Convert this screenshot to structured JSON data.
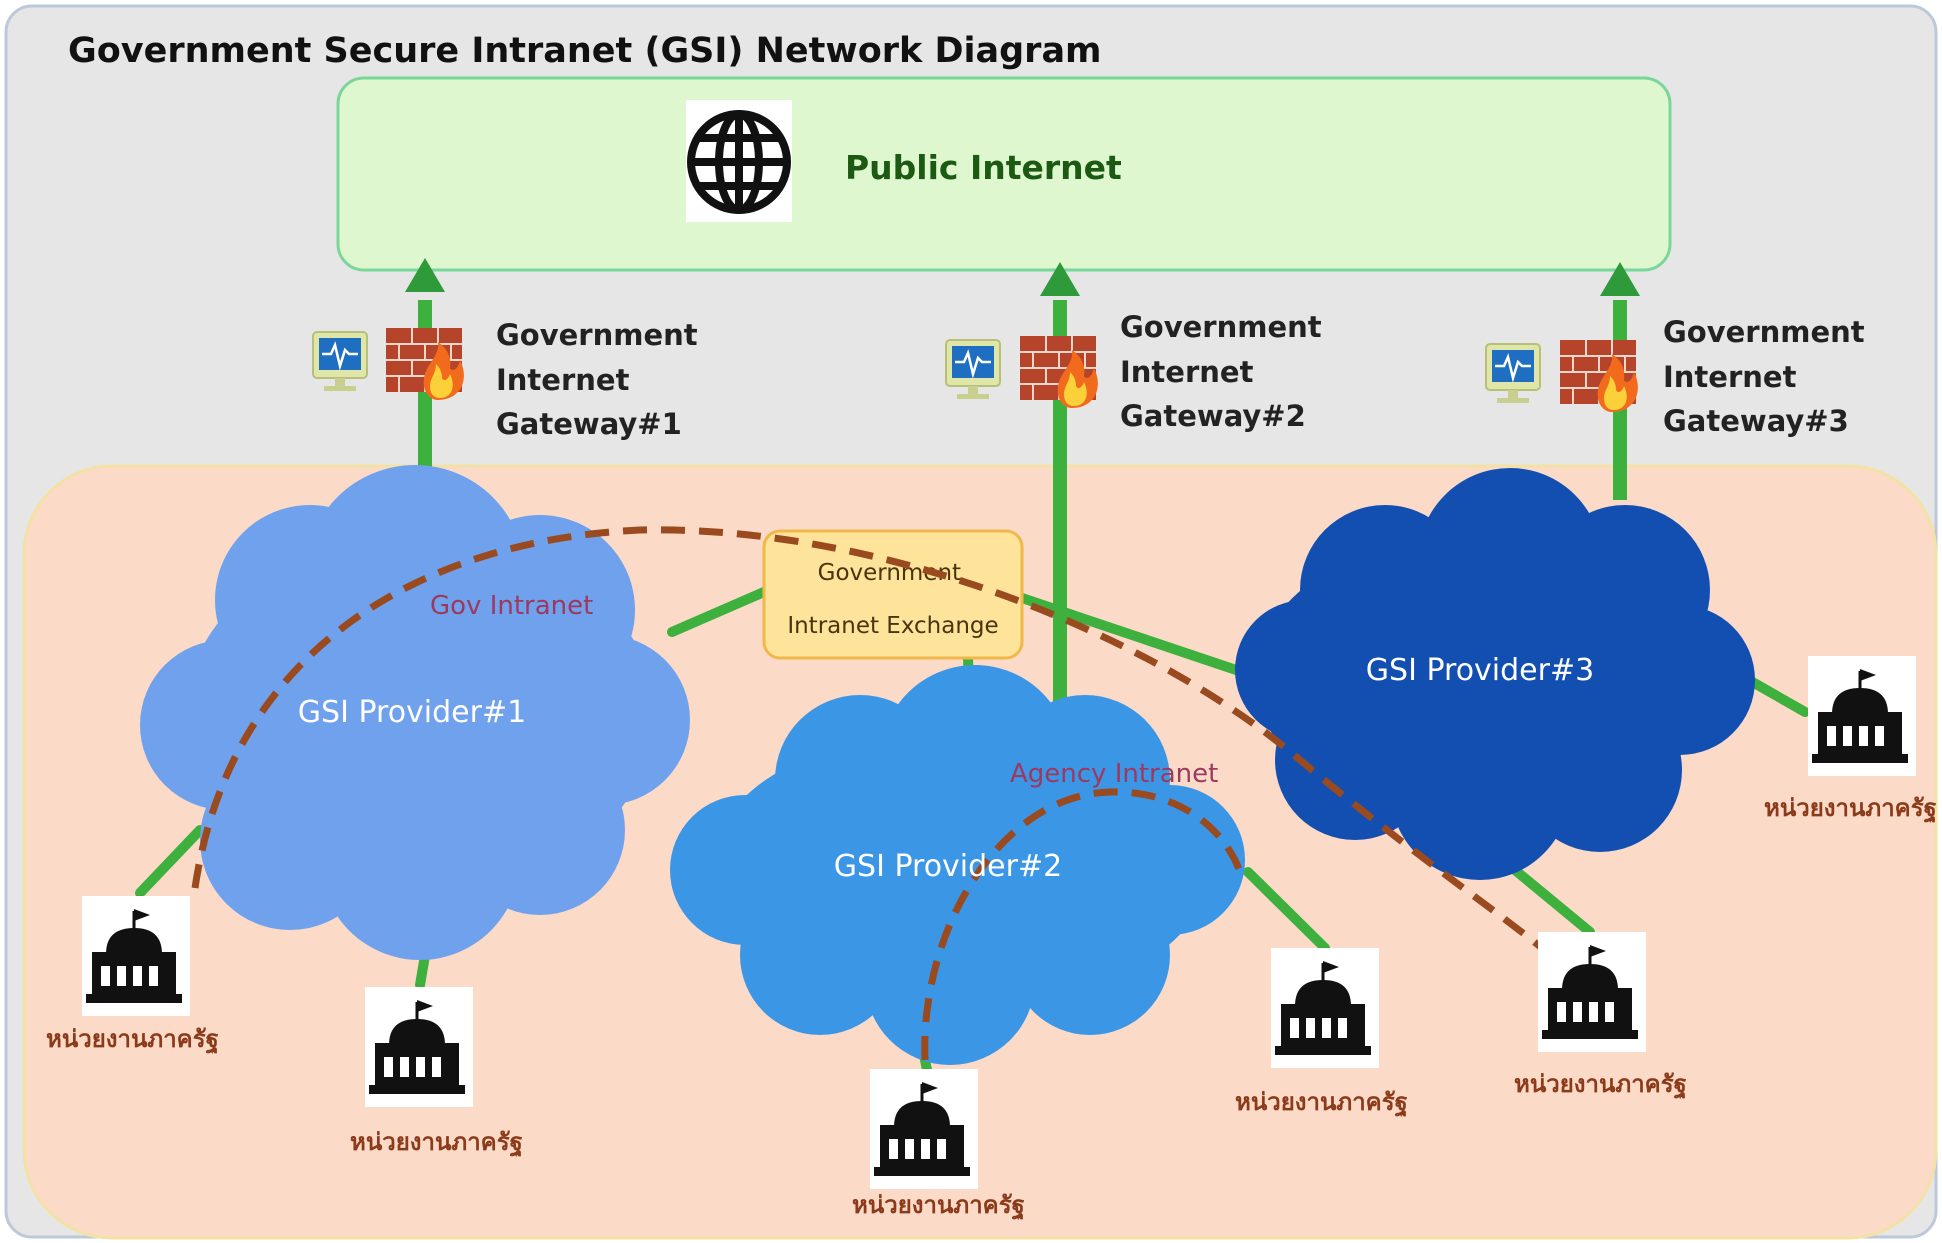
{
  "title": "Government Secure Intranet (GSI) Network Diagram",
  "internet": {
    "label": "Public Internet",
    "icon": "globe-icon"
  },
  "gateways": [
    {
      "label_lines": [
        "Government",
        "Internet",
        "Gateway#1"
      ],
      "icons": [
        "monitor-icon",
        "firewall-icon"
      ]
    },
    {
      "label_lines": [
        "Government",
        "Internet",
        "Gateway#2"
      ],
      "icons": [
        "monitor-icon",
        "firewall-icon"
      ]
    },
    {
      "label_lines": [
        "Government",
        "Internet",
        "Gateway#3"
      ],
      "icons": [
        "monitor-icon",
        "firewall-icon"
      ]
    }
  ],
  "exchange": {
    "label_lines": [
      "Government",
      "Intranet Exchange"
    ]
  },
  "providers": [
    {
      "label": "GSI Provider#1"
    },
    {
      "label": "GSI Provider#2"
    },
    {
      "label": "GSI Provider#3"
    }
  ],
  "intranet_labels": {
    "gov": "Gov Intranet",
    "agency": "Agency Intranet"
  },
  "agency_label": "หน่วยงานภาครัฐ",
  "agency_icon": "government-building-icon",
  "colors": {
    "outer_background": "#e6e6e6",
    "internet_fill": "#def7cf",
    "internet_border": "#7bd69a",
    "zone_fill": "#fbdac8",
    "zone_border": "#f3e1a6",
    "link_green": "#3db03d",
    "arrow_green": "#2f9a3a",
    "dashed_brown": "#9a4a1f",
    "provider1": "#70a1ec",
    "provider2": "#3c96e6",
    "provider3": "#134fb0",
    "exchange_fill": "#fde49a",
    "exchange_border": "#f0b84a",
    "intranet_label": "#9b3a5e",
    "agency_label": "#8b3a1a"
  }
}
